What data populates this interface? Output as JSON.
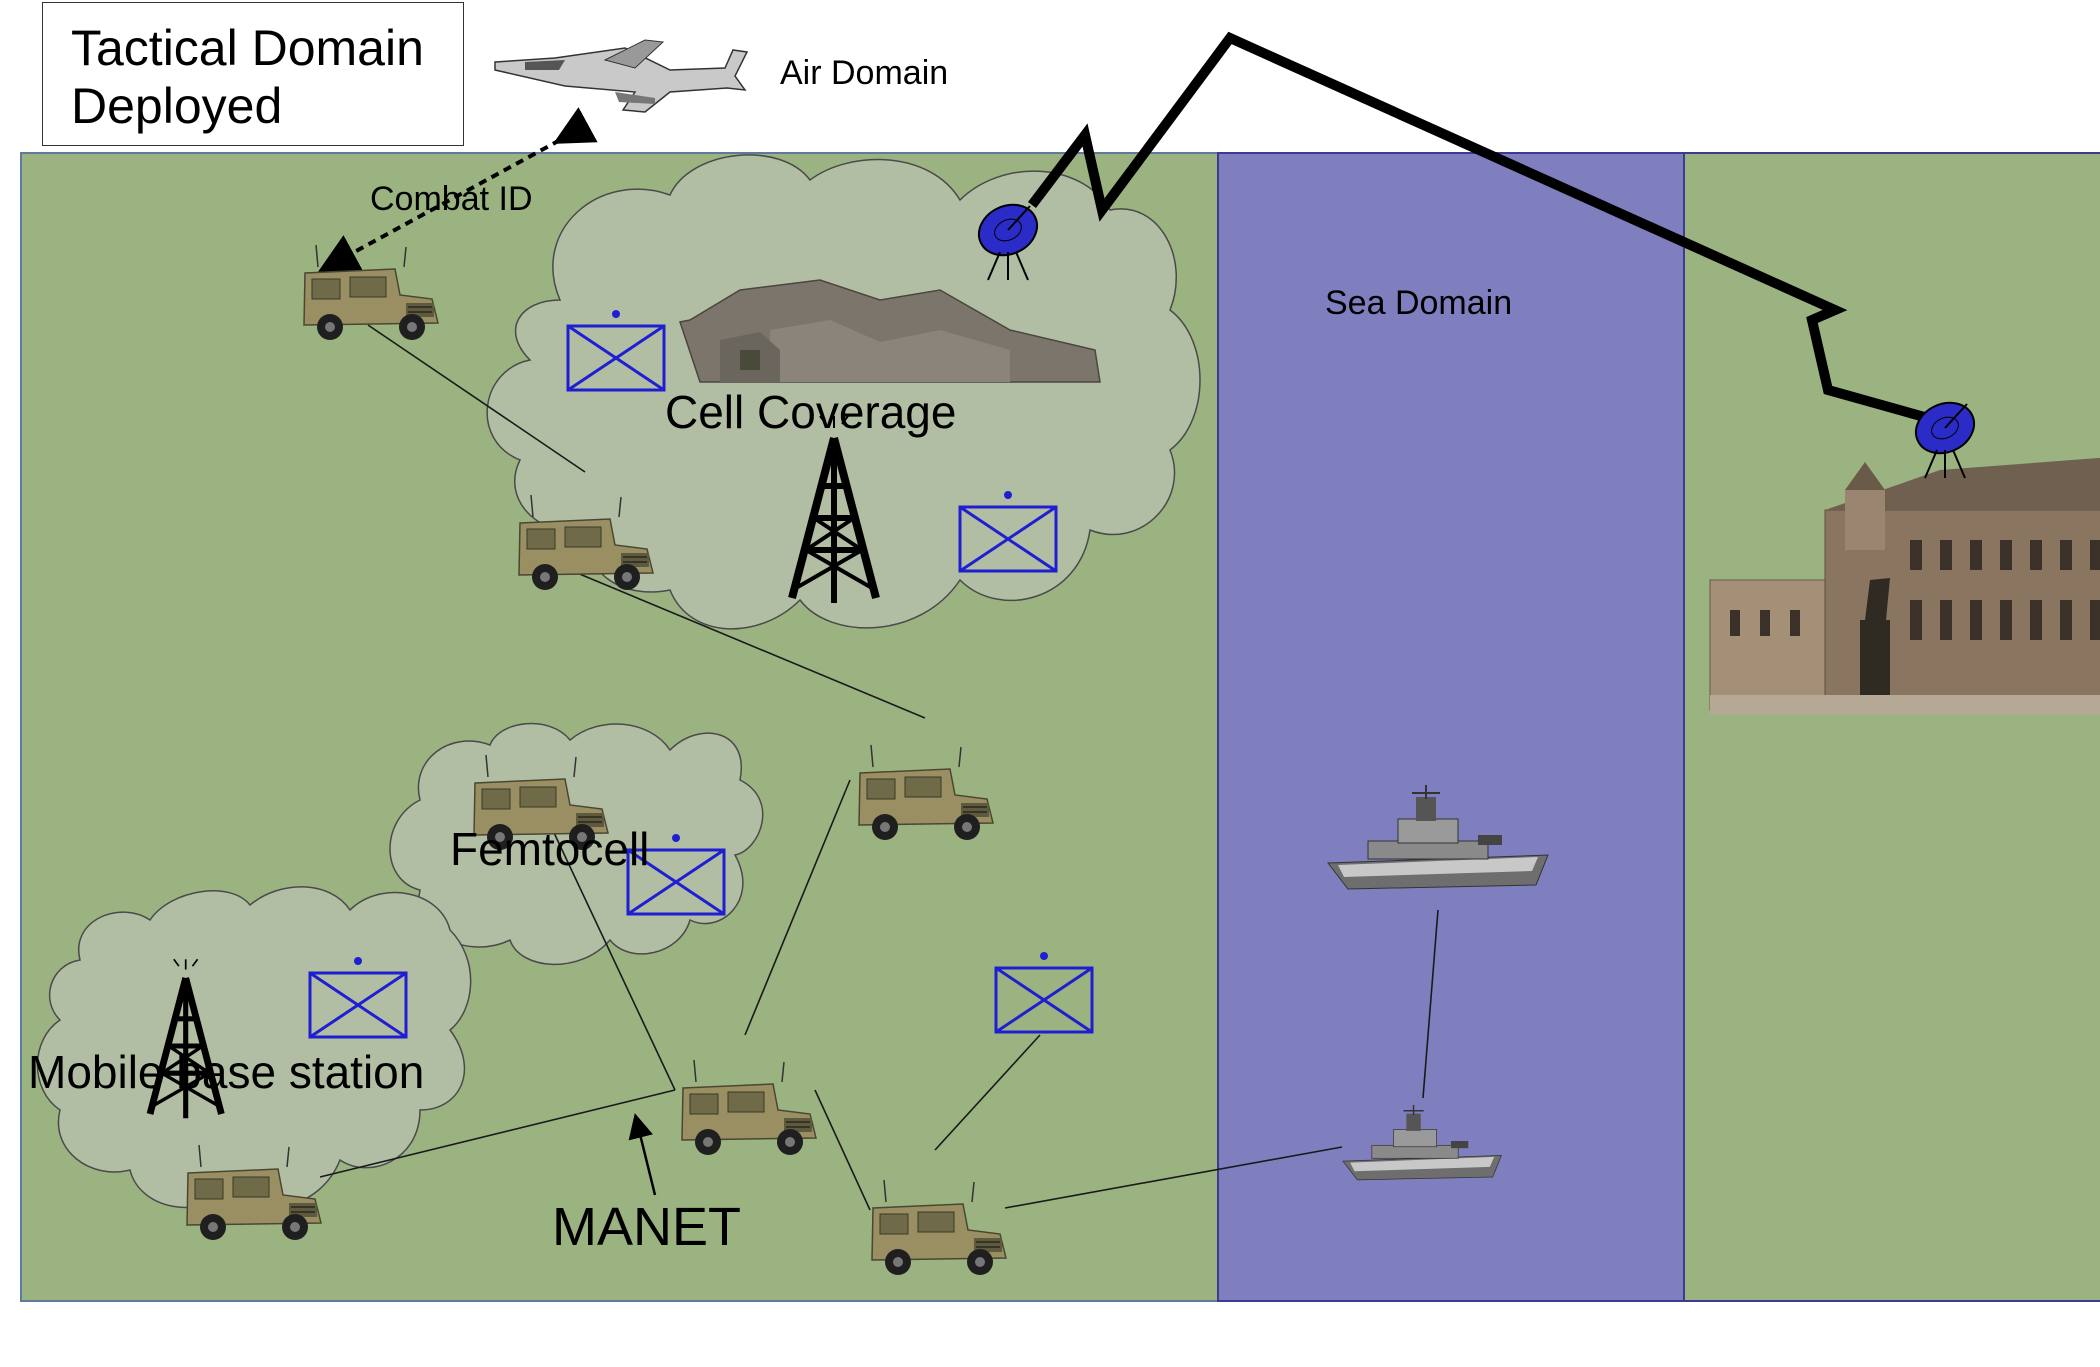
{
  "title": {
    "line1": "Tactical Domain",
    "line2": "Deployed"
  },
  "labels": {
    "air_domain": "Air Domain",
    "combat_id": "Combat ID",
    "sea_domain": "Sea Domain",
    "cell_coverage": "Cell Coverage",
    "femtocell": "Femtocell",
    "mobile_base_station": "Mobile base station",
    "manet": "MANET"
  },
  "colors": {
    "land": "#9bb381",
    "sea": "#7f7fc0",
    "cloud": "#b2bea4",
    "unit_symbol": "#1f1fd1",
    "satellite_dish": "#2b2bc8"
  },
  "icons": {
    "aircraft": "fighter-jet-icon",
    "vehicle": "military-humvee-icon",
    "ship": "naval-frigate-icon",
    "tower": "radio-tower-icon",
    "dish": "satellite-dish-icon",
    "symbol": "unit-symbol-icon",
    "tents": "field-camp-icon",
    "building": "headquarters-building-icon"
  }
}
